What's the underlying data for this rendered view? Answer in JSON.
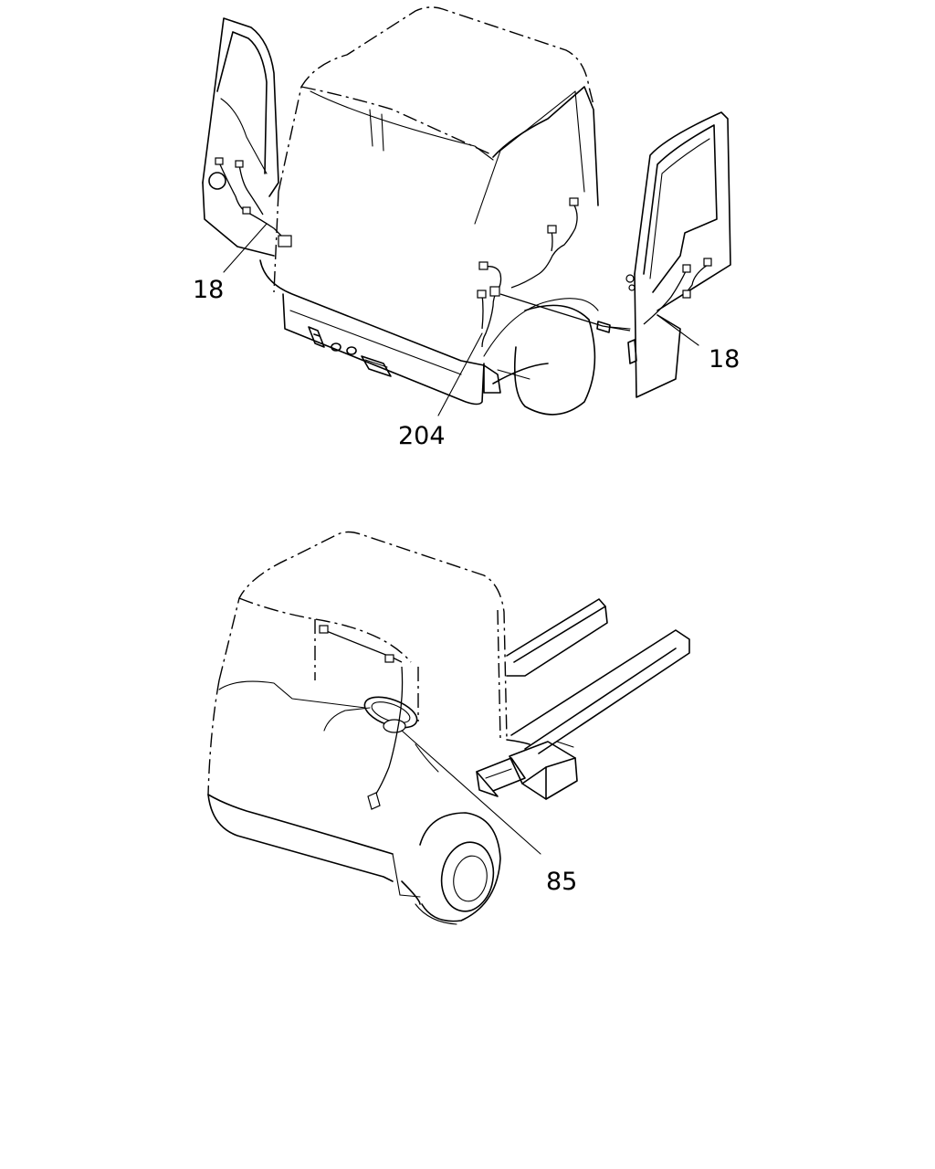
{
  "callouts": {
    "c18_left": "18",
    "c18_right": "18",
    "c204": "204",
    "c85": "85"
  }
}
